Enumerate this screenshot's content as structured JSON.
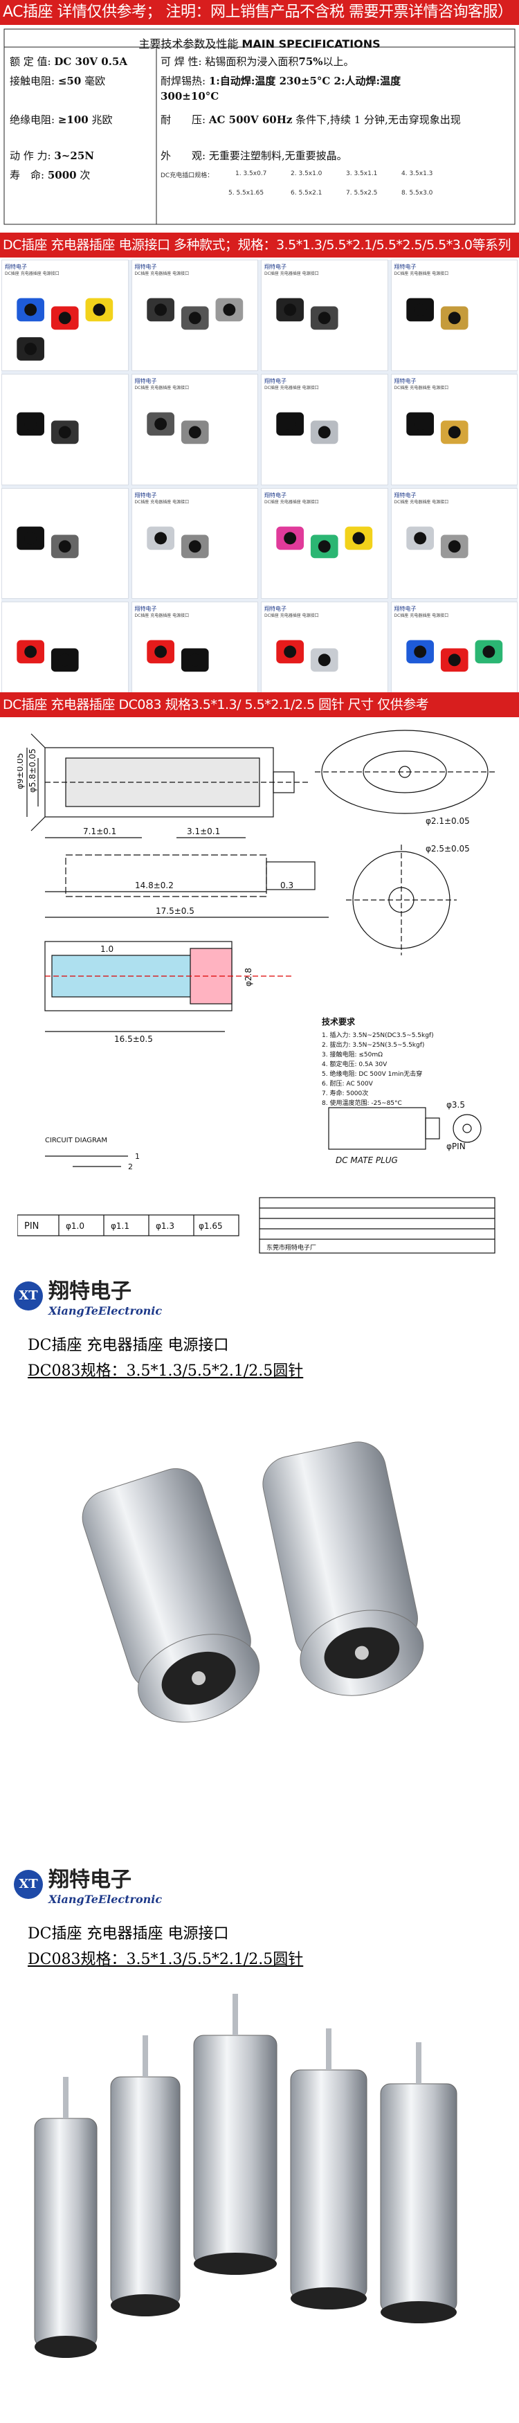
{
  "banner_top": "AC插座 详情仅供参考； 注明：网上销售产品不含税 需要开票详情咨询客服）",
  "specs": {
    "header_cn": "主要技术参数及性能",
    "header_en": "MAIN SPECIFICATIONS",
    "rated_label": "额 定 值:",
    "rated_value": "DC 30V 0.5A",
    "weld_label": "可 焊 性:",
    "weld_value_pre": "粘锡面积为浸入面积",
    "weld_value_num": "75%",
    "weld_value_post": "以上。",
    "contact_label": "接触电阻:",
    "contact_value": "≤50",
    "contact_unit": "毫欧",
    "heat_label": "耐焊锡热:",
    "heat_value": "1:自动焊:温度 230±5°C 2:人动焊:温度",
    "heat_value2": "300±10°C",
    "insul_label": "绝缘电阻:",
    "insul_value": "≥100",
    "insul_unit": "兆欧",
    "withstand_label": "耐　　压:",
    "withstand_value": "AC 500V 60Hz",
    "withstand_post": "条件下,持续 1 分钟,无击穿现象出现",
    "force_label": "动 作 力:",
    "force_value": "3~25N",
    "look_label": "外　　观:",
    "look_value": "无重要注塑制料,无重要披晶。",
    "life_label": "寿　命:",
    "life_value": "5000",
    "life_unit": "次",
    "combo_title": "DC充电插口规格：",
    "combo_1": "1. 3.5x0.7",
    "combo_2": "2. 3.5x1.0",
    "combo_3": "3. 3.5x1.1",
    "combo_4": "4. 3.5x1.3",
    "combo_5": "5. 5.5x1.65",
    "combo_6": "6. 5.5x2.1",
    "combo_7": "7. 5.5x2.5",
    "combo_8": "8. 5.5x3.0"
  },
  "banner_mid": "DC插座 充电器插座  电源接口 多种款式；规格：3.5*1.3/5.5*2.1/5.5*2.5/5.5*3.0等系列",
  "grid_brand": "翔特电子",
  "grid_sub": "DC插座 充电器插座 电源接口",
  "banner_dc083": "DC插座 充电器插座 DC083 规格3.5*1.3/ 5.5*2.1/2.5 圆针   尺寸 仅供参考",
  "drawing": {
    "dim_9_05": "φ9±0.05",
    "dim_58_005": "φ5.8±0.05",
    "dim_71": "7.1±0.1",
    "dim_31": "3.1±0.1",
    "dim_148": "14.8±0.2",
    "dim_03": "0.3",
    "dim_175": "17.5±0.5",
    "dim_21_005": "φ2.1±0.05",
    "dim_25_005": "φ2.5±0.05",
    "dim_10": "1.0",
    "dim_165": "16.5±0.5",
    "dim_28": "φ2.8",
    "circuit_title": "CIRCUIT DIAGRAM",
    "c1": "1",
    "c2": "2",
    "plug_label": "DC MATE PLUG",
    "pin_label": "PIN",
    "pin_1": "φ1.0",
    "pin_2": "φ1.1",
    "pin_3": "φ1.3",
    "pin_4": "φ1.65",
    "pin_circ_35": "φ3.5",
    "pin_circ_pin": "φPIN",
    "tech_title": "技术要求",
    "tech_1": "1. 插入力: 3.5N~25N(DC3.5~5.5kgf)",
    "tech_2": "2. 拔出力: 3.5N~25N(3.5~5.5kgf)",
    "tech_3": "3. 接触电阻: ≤50mΩ",
    "tech_4": "4. 额定电压: 0.5A  30V",
    "tech_5": "5. 绝缘电阻: DC 500V 1min无击穿",
    "tech_6": "6. 耐压: AC 500V",
    "tech_7": "7. 寿命: 5000次",
    "tech_8": "8. 使用温度范围: -25~85°C",
    "factory": "东莞市翔特电子厂"
  },
  "brand": {
    "logo": "XT",
    "cn": "翔特电子",
    "en": "XiangTeElectronic"
  },
  "product1": {
    "line1": "DC插座 充电器插座 电源接口",
    "line2": "DC083规格：3.5*1.3/5.5*2.1/2.5圆针"
  },
  "product2": {
    "line1": "DC插座 充电器插座 电源接口",
    "line2": "DC083规格：3.5*1.3/5.5*2.1/2.5圆针"
  },
  "colors": {
    "banner_red": "#d81e1e",
    "brand_blue": "#1e4aa8",
    "metal": "#c8ccd2"
  }
}
